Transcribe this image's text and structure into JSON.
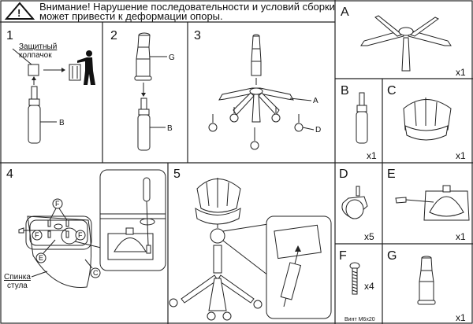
{
  "header": {
    "warning_line1": "Внимание! Нарушение последовательности и условий сборки",
    "warning_line2": "может привести к деформации опоры.",
    "icon": "warning-triangle-icon"
  },
  "steps": {
    "s1": {
      "number": "1",
      "cap_label_1": "Защитный",
      "cap_label_2": "колпачок",
      "part": "B"
    },
    "s2": {
      "number": "2",
      "part_top": "G",
      "part_bottom": "B"
    },
    "s3": {
      "number": "3",
      "part_base": "A",
      "part_wheel": "D"
    },
    "s4": {
      "number": "4",
      "screw": "F",
      "mech": "E",
      "seat": "C",
      "back_1": "Спинка",
      "back_2": "стула"
    },
    "s5": {
      "number": "5"
    }
  },
  "parts": {
    "A": {
      "letter": "A",
      "qty": "x1"
    },
    "B": {
      "letter": "B",
      "qty": "x1"
    },
    "C": {
      "letter": "C",
      "qty": "x1"
    },
    "D": {
      "letter": "D",
      "qty": "x5"
    },
    "E": {
      "letter": "E",
      "qty": "x1"
    },
    "F": {
      "letter": "F",
      "qty": "x4",
      "caption": "Винт M6x20"
    },
    "G": {
      "letter": "G",
      "qty": "x1"
    }
  }
}
